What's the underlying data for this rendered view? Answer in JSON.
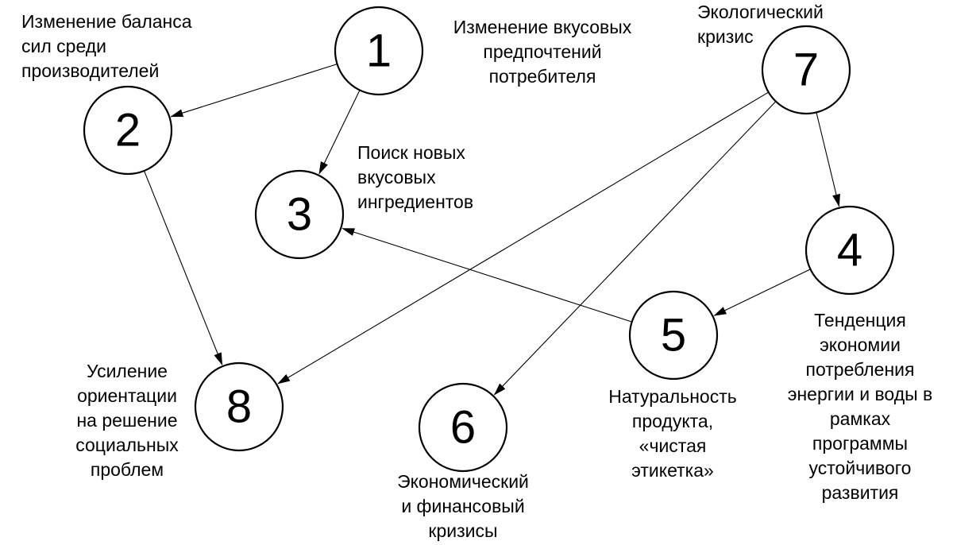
{
  "nodes": [
    {
      "id": "1",
      "number": "1",
      "label": "Изменение вкусовых\nпредпочтений\nпотребителя"
    },
    {
      "id": "2",
      "number": "2",
      "label": "Изменение баланса\nсил среди\nпроизводителей"
    },
    {
      "id": "3",
      "number": "3",
      "label": "Поиск новых\nвкусовых\nингредиентов"
    },
    {
      "id": "4",
      "number": "4",
      "label": "Тенденция\nэкономии\nпотребления\nэнергии и воды в\nрамках\nпрограммы\nустойчивого\nразвития"
    },
    {
      "id": "5",
      "number": "5",
      "label": "Натуральность\nпродукта,\n«чистая\nэтикетка»"
    },
    {
      "id": "6",
      "number": "6",
      "label": "Экономический\nи финансовый\nкризисы"
    },
    {
      "id": "7",
      "number": "7",
      "label": "Экологический\nкризис"
    },
    {
      "id": "8",
      "number": "8",
      "label": "Усиление\nориентации\nна решение\nсоциальных\nпроблем"
    }
  ],
  "edges": [
    {
      "from": "1",
      "to": "2"
    },
    {
      "from": "1",
      "to": "3"
    },
    {
      "from": "2",
      "to": "8"
    },
    {
      "from": "7",
      "to": "4"
    },
    {
      "from": "7",
      "to": "8"
    },
    {
      "from": "7",
      "to": "6"
    },
    {
      "from": "4",
      "to": "5"
    },
    {
      "from": "5",
      "to": "3"
    }
  ]
}
